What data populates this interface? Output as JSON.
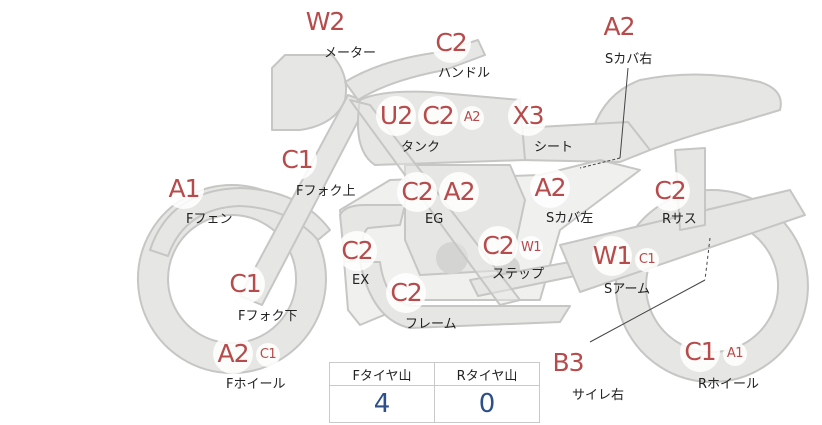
{
  "parts": {
    "meter": {
      "label": "メーター",
      "grade": "W2"
    },
    "handle": {
      "label": "ハンドル",
      "grade": "C2"
    },
    "side_cover_right": {
      "label": "Sカバ右",
      "grade": "A2"
    },
    "tank": {
      "label": "タンク",
      "grades": [
        "U2",
        "C2"
      ],
      "sub": "A2"
    },
    "seat": {
      "label": "シート",
      "grade": "X3"
    },
    "fork_upper": {
      "label": "Fフォク上",
      "grade": "C1"
    },
    "front_fender": {
      "label": "Fフェン",
      "grade": "A1"
    },
    "engine": {
      "label": "EG",
      "grades": [
        "C2",
        "A2"
      ]
    },
    "side_cover_left": {
      "label": "Sカバ左",
      "grade": "A2"
    },
    "rear_suspension": {
      "label": "Rサス",
      "grade": "C2"
    },
    "exhaust": {
      "label": "EX",
      "grade": "C2"
    },
    "step": {
      "label": "ステップ",
      "grade": "C2",
      "sub": "W1"
    },
    "swing_arm": {
      "label": "Sアーム",
      "grade": "W1",
      "sub": "C1"
    },
    "fork_lower": {
      "label": "Fフォク下",
      "grade": "C1"
    },
    "frame": {
      "label": "フレーム",
      "grade": "C2"
    },
    "silencer_right": {
      "label": "サイレ右",
      "grade": "B3"
    },
    "front_wheel": {
      "label": "Fホイール",
      "grade": "A2",
      "sub": "C1"
    },
    "rear_wheel": {
      "label": "Rホイール",
      "grade": "C1",
      "sub": "A1"
    }
  },
  "tire_table": {
    "front_header": "Fタイヤ山",
    "rear_header": "Rタイヤ山",
    "front_value": "4",
    "rear_value": "0"
  },
  "colors": {
    "grade_text": "#b74a4a",
    "bike_fill": "#e6e6e4",
    "bike_stroke": "#c6c6c4",
    "tire_value": "#2d4f8a"
  }
}
